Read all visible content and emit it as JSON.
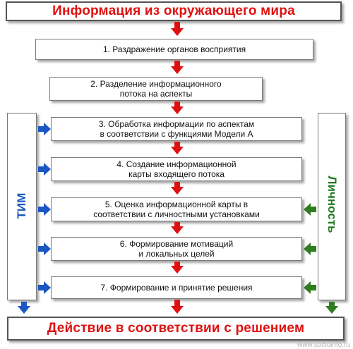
{
  "header": {
    "title": "Информация из окружающего мира"
  },
  "steps": [
    {
      "label": "1. Раздражение органов восприятия"
    },
    {
      "label": "2. Разделение информационного\nпотока на аспекты"
    },
    {
      "label": "3. Обработка информации по аспектам\nв соответствии с функциями Модели А"
    },
    {
      "label": "4. Создание информационной\nкарты входящего потока"
    },
    {
      "label": "5. Оценка информационной карты в\nсоответствии с личностными установками"
    },
    {
      "label": "6. Формирование мотиваций\nи локальных целей"
    },
    {
      "label": "7. Формирование и принятие решения"
    }
  ],
  "left_column": {
    "label": "ТИМ",
    "color": "#1a56c4"
  },
  "right_column": {
    "label": "Личность",
    "color": "#1f7a1f"
  },
  "footer": {
    "label": "Действие в соответствии с решением"
  },
  "watermark": "www.socioinfo.ru",
  "colors": {
    "flow_arrow": "#e01010",
    "left_arrow": "#1a56c4",
    "right_arrow": "#2e7d1f"
  }
}
